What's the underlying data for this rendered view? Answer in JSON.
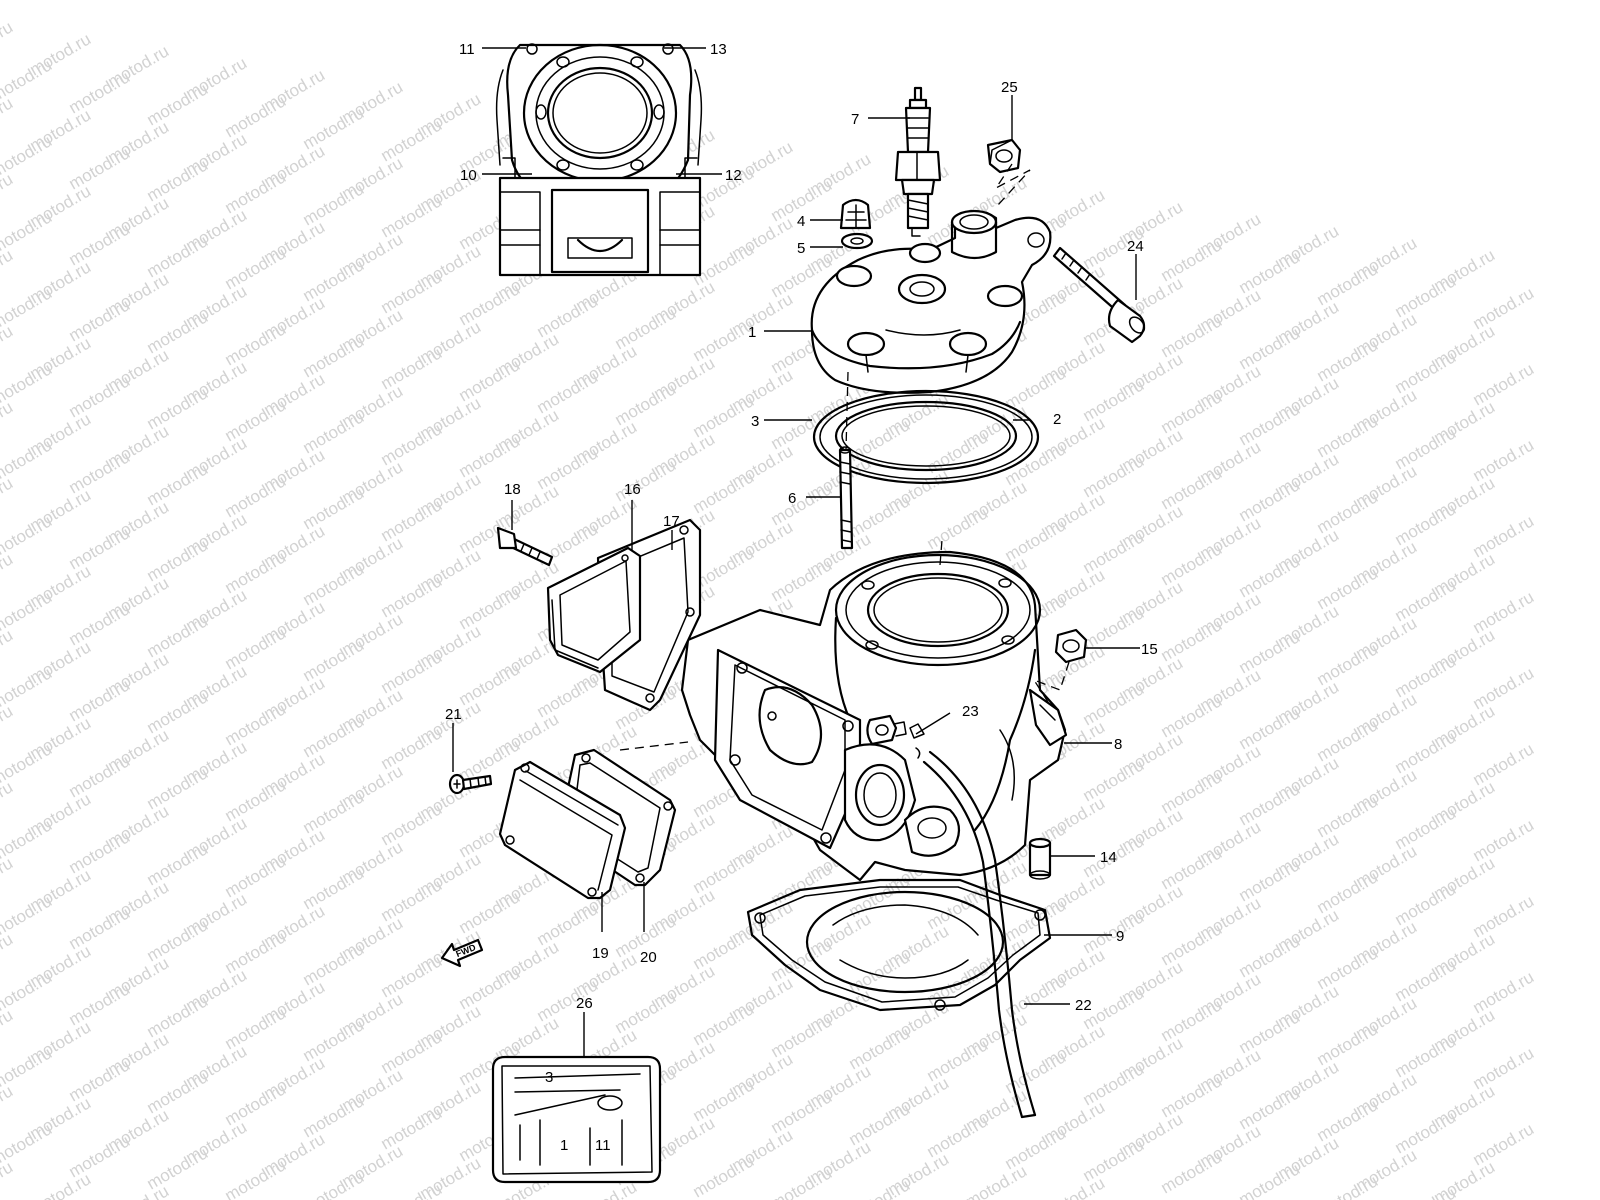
{
  "watermark": "motod.ru",
  "fwd_label": "FWD",
  "callouts": {
    "c1": "1",
    "c2": "2",
    "c3": "3",
    "c4": "4",
    "c5": "5",
    "c6": "6",
    "c7": "7",
    "c8": "8",
    "c9": "9",
    "c10": "10",
    "c11": "11",
    "c12": "12",
    "c13": "13",
    "c14": "14",
    "c15": "15",
    "c16": "16",
    "c17": "17",
    "c18": "18",
    "c19": "19",
    "c20": "20",
    "c21": "21",
    "c22": "22",
    "c23": "23",
    "c24": "24",
    "c25": "25",
    "c26": "26"
  },
  "label_glyphs": [
    "3",
    "1",
    "11"
  ]
}
